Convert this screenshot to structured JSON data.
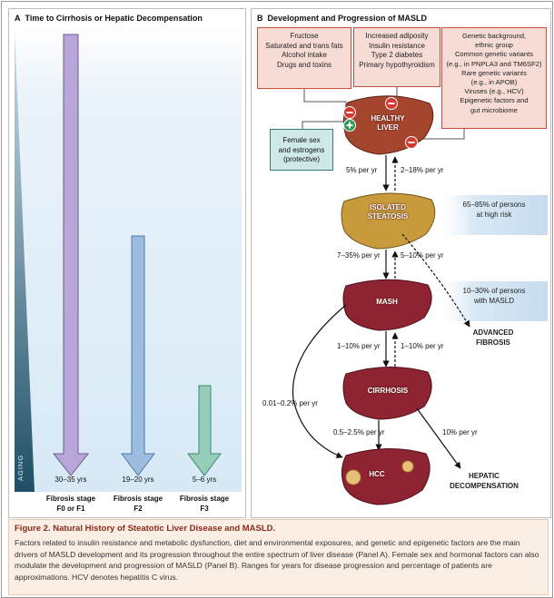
{
  "panel_a": {
    "letter": "A",
    "title": "Time to Cirrhosis or Hepatic Decompensation",
    "aging_label": "AGING",
    "bars": [
      {
        "years": "30–35 yrs",
        "stage_line1": "Fibrosis stage",
        "stage_line2": "F0 or F1",
        "color": "#b9a6d9"
      },
      {
        "years": "19–20 yrs",
        "stage_line1": "Fibrosis stage",
        "stage_line2": "F2",
        "color": "#9dbde0"
      },
      {
        "years": "5–6 yrs",
        "stage_line1": "Fibrosis stage",
        "stage_line2": "F3",
        "color": "#96cdb8"
      }
    ]
  },
  "panel_b": {
    "letter": "B",
    "title": "Development and Progression of MASLD",
    "factors": [
      {
        "lines": [
          "Fructose",
          "Saturated and trans fats",
          "Alcohol intake",
          "Drugs and toxins"
        ]
      },
      {
        "lines": [
          "Increased adiposity",
          "Insulin resistance",
          "Type 2 diabetes",
          "Primary hypothyroidism"
        ]
      },
      {
        "lines": [
          "Genetic background,",
          "ethnic group",
          "Common genetic variants",
          "(e.g., in PNPLA3 and TM6SF2)",
          "Rare genetic variants",
          "(e.g., in APOB)",
          "Viruses (e.g., HCV)",
          "Epigenetic factors and",
          "gut microbiome"
        ]
      }
    ],
    "protective": {
      "lines": [
        "Female sex",
        "and estrogens",
        "(protective)"
      ]
    },
    "stages": {
      "healthy": [
        "HEALTHY",
        "LIVER"
      ],
      "steatosis": [
        "ISOLATED",
        "STEATOSIS"
      ],
      "mash": [
        "MASH"
      ],
      "cirrhosis": [
        "CIRRHOSIS"
      ],
      "hcc": [
        "HCC"
      ]
    },
    "rates": {
      "healthy_to_steatosis": "5% per yr",
      "steatosis_to_healthy": "2–18% per yr",
      "steatosis_to_mash": "7–35% per yr",
      "mash_to_steatosis": "5–10% per yr",
      "mash_to_cirrhosis": "1–10% per yr",
      "cirrhosis_to_mash": "1–10% per yr",
      "mash_to_hcc": "0.01–0.2% per yr",
      "cirrhosis_to_hcc": "0.5–2.5% per yr",
      "cirrhosis_to_decomp": "10% per yr"
    },
    "risk_steatosis": [
      "65–85% of persons",
      "at high risk"
    ],
    "risk_mash": [
      "10–30% of persons",
      "with MASLD"
    ],
    "advanced_fibrosis": [
      "ADVANCED",
      "FIBROSIS"
    ],
    "hepatic_decomp": [
      "HEPATIC",
      "DECOMPENSATION"
    ]
  },
  "caption": {
    "title": "Figure 2. Natural History of Steatotic Liver Disease and MASLD.",
    "body": "Factors related to insulin resistance and metabolic dysfunction, diet and environmental exposures, and genetic and epigenetic factors are the main drivers of MASLD development and its progression throughout the entire spectrum of liver disease (Panel A). Female sex and hormonal factors can also modulate the development and progression of MASLD (Panel B). Ranges for years for disease progression and percentage of patients are approximations. HCV denotes hepatitis C virus."
  },
  "colors": {
    "factor_fill": "#f7dcd6",
    "factor_border": "#c34c3a",
    "protective_fill": "#cfe9e9",
    "liver_healthy": "#a4462e",
    "liver_steatosis": "#c79a3c",
    "liver_diseased": "#8e2332",
    "caption_title": "#8c2a1a"
  }
}
